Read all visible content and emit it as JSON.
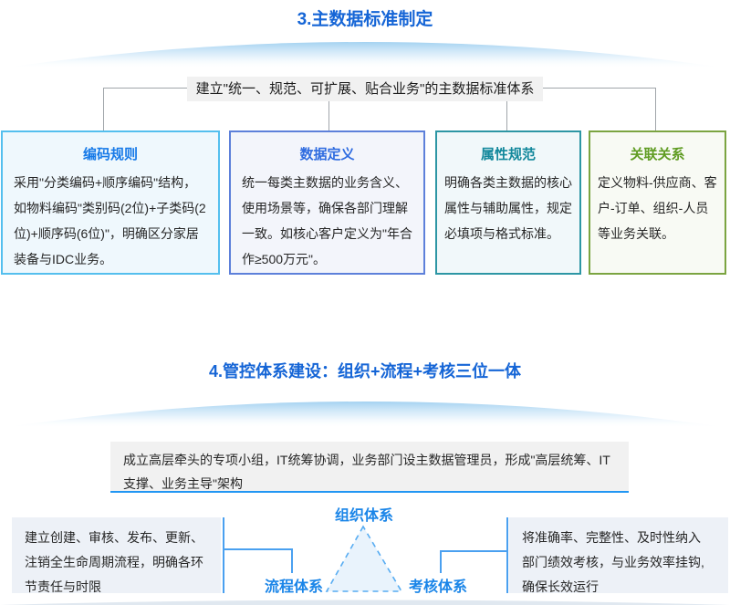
{
  "section3": {
    "title": "3.主数据标准制定",
    "root_label": "建立\"统一、规范、可扩展、贴合业务\"的主数据标准体系",
    "cards": [
      {
        "title": "编码规则",
        "body": "采用\"分类编码+顺序编码\"结构，如物料编码\"类别码(2位)+子类码(2位)+顺序码(6位)\"，明确区分家居装备与IDC业务。",
        "title_color": "#177ae8",
        "border_color": "#54bfee",
        "bg_color": "#eff8fd"
      },
      {
        "title": "数据定义",
        "body": "统一每类主数据的业务含义、使用场景等，确保各部门理解一致。如核心客户定义为\"年合作≥500万元\"。",
        "title_color": "#2f6ce0",
        "border_color": "#5d80da",
        "bg_color": "#f3f5fb"
      },
      {
        "title": "属性规范",
        "body": "明确各类主数据的核心属性与辅助属性，规定必填项与格式标准。",
        "title_color": "#13889c",
        "border_color": "#2d96a4",
        "bg_color": "#f1f8fa"
      },
      {
        "title": "关联关系",
        "body": "定义物料-供应商、客户-订单、组织-人员等业务关联。",
        "title_color": "#5f9c22",
        "border_color": "#7ba441",
        "bg_color": "#f8faf4"
      }
    ]
  },
  "section4": {
    "title": "4.管控体系建设：组织+流程+考核三位一体",
    "intro": "成立高层牵头的专项小组，IT统筹协调，业务部门设主数据管理员，形成\"高层统筹、IT支撑、业务主导\"架构",
    "triangle": {
      "top_label": "组织体系",
      "left_label": "流程体系",
      "right_label": "考核体系"
    },
    "left_note": "建立创建、审核、发布、更新、注销全生命周期流程，明确各环节责任与时限",
    "right_note": "将准确率、完整性、及时性纳入部门绩效考核，与业务效率挂钩,确保长效运行"
  },
  "colors": {
    "heading_blue": "#1565d6",
    "diagram_label_blue": "#1a85e8",
    "connector_gray": "#a0a5aa",
    "connector_blue": "#4aa0f0",
    "intro_underline": "#2196f3",
    "wave_blue": "#9ecff0",
    "note_bg": "#edf1f7",
    "gray_box_bg": "#f1f1f1",
    "triangle_stroke": "#57acf2",
    "triangle_fill": "#e9f3fc"
  }
}
